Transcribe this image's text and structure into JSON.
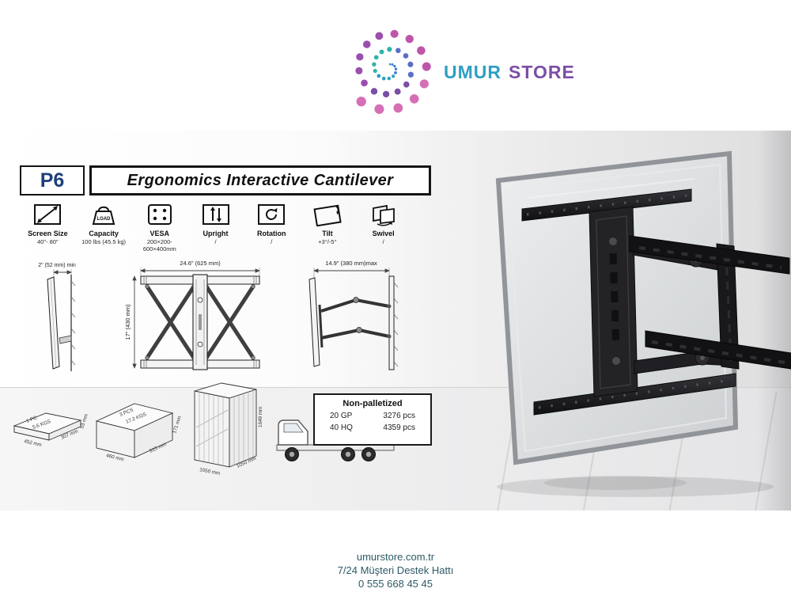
{
  "colors": {
    "brand_primary": "#2e9fc4",
    "brand_secondary": "#7b4fa6",
    "model_text": "#1d3f7a",
    "footer_text": "#2d5a66",
    "mount_black": "#1b1b1d"
  },
  "logo": {
    "primary": "UMUR",
    "secondary": "STORE"
  },
  "header": {
    "model": "P6",
    "title": "Ergonomics Interactive Cantilever"
  },
  "specs": [
    {
      "label": "Screen Size",
      "value": "40\"- 80\""
    },
    {
      "label": "Capacity",
      "value": "100 lbs (45.5 kg)",
      "badge": "LOAD"
    },
    {
      "label": "VESA",
      "value": "200×200-600×400mm"
    },
    {
      "label": "Upright",
      "value": "/"
    },
    {
      "label": "Rotation",
      "value": "/"
    },
    {
      "label": "Tilt",
      "value": "+3°/-5°"
    },
    {
      "label": "Swivel",
      "value": "/"
    }
  ],
  "dimensions": {
    "depth_min": "2\" (52 mm) min",
    "width": "24.6\" (625 mm)",
    "height": "17\" (430 mm)",
    "extension_max": "14.9\" (380 mm)max"
  },
  "packaging": {
    "single": {
      "line1": "1 PC",
      "line2": "5.6 KGS",
      "length": "452 mm",
      "depth": "307 mm",
      "height": "53 mm"
    },
    "carton": {
      "line1": "3 PCS",
      "line2": "17.2 KGS",
      "length": "460 mm",
      "depth": "315 mm",
      "height": "171 mm"
    },
    "pallet": {
      "height": "1649 mm",
      "length": "1050 mm",
      "depth": "1050 mm"
    },
    "shipping": {
      "title": "Non-palletized",
      "rows": [
        {
          "container": "20 GP",
          "qty": "3276 pcs"
        },
        {
          "container": "40 HQ",
          "qty": "4359 pcs"
        }
      ]
    }
  },
  "footer": {
    "website": "umurstore.com.tr",
    "support": "7/24 Müşteri Destek Hattı",
    "phone": "0 555 668 45 45"
  }
}
